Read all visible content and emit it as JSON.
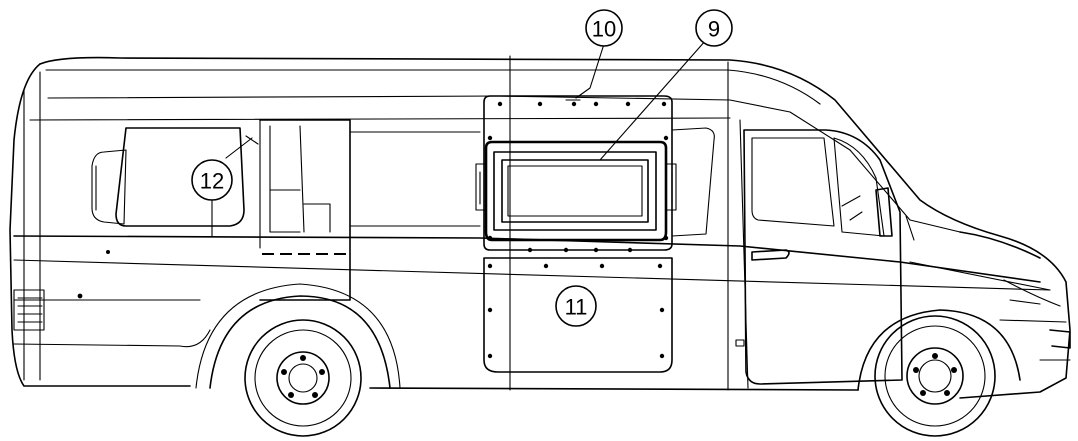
{
  "callouts": {
    "c9": "9",
    "c10": "10",
    "c11": "11",
    "c12": "12"
  }
}
